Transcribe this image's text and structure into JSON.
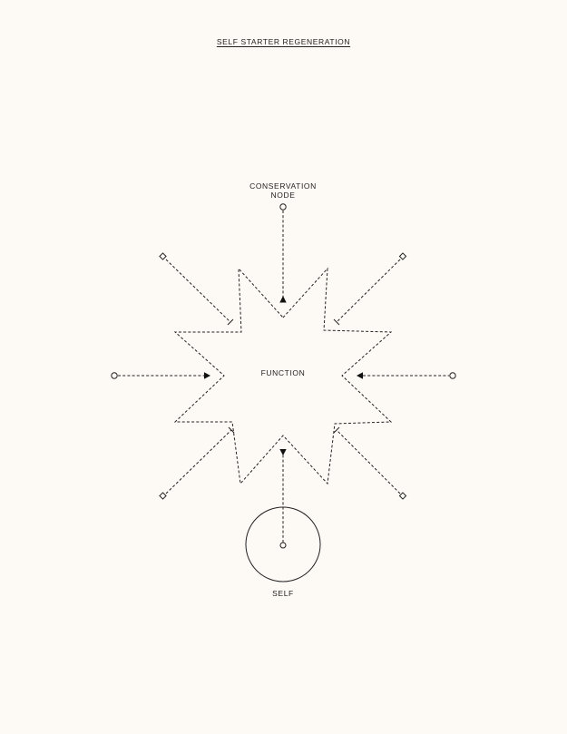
{
  "title": "SELF STARTER REGENERATION",
  "nodes": {
    "conservation_line1": "CONSERVATION",
    "conservation_line2": "NODE",
    "function": "FUNCTION",
    "self": "SELF"
  }
}
